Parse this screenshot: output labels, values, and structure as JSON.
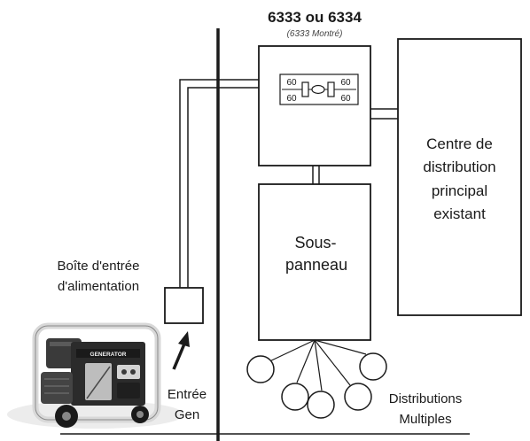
{
  "title": "6333 ou 6334",
  "subtitle": "(6333 Montré)",
  "transfer_switch": {
    "breakers": [
      {
        "top": "60",
        "bottom": "60"
      },
      {
        "top": "60",
        "bottom": "60"
      }
    ]
  },
  "main_panel_label": "Centre de distribution principal existant",
  "subpanel_label": "Sous-panneau",
  "power_inlet_label": "Boîte d'entrée d'alimentation",
  "gen_inlet_label": "Entrée Gen",
  "generator_brand": "GENERATOR",
  "distribution_label": "Distributions Multiples",
  "colors": {
    "line": "#1a1a1a",
    "background": "#ffffff",
    "generator_body": "#2b2b2b",
    "generator_frame": "#dedede"
  }
}
